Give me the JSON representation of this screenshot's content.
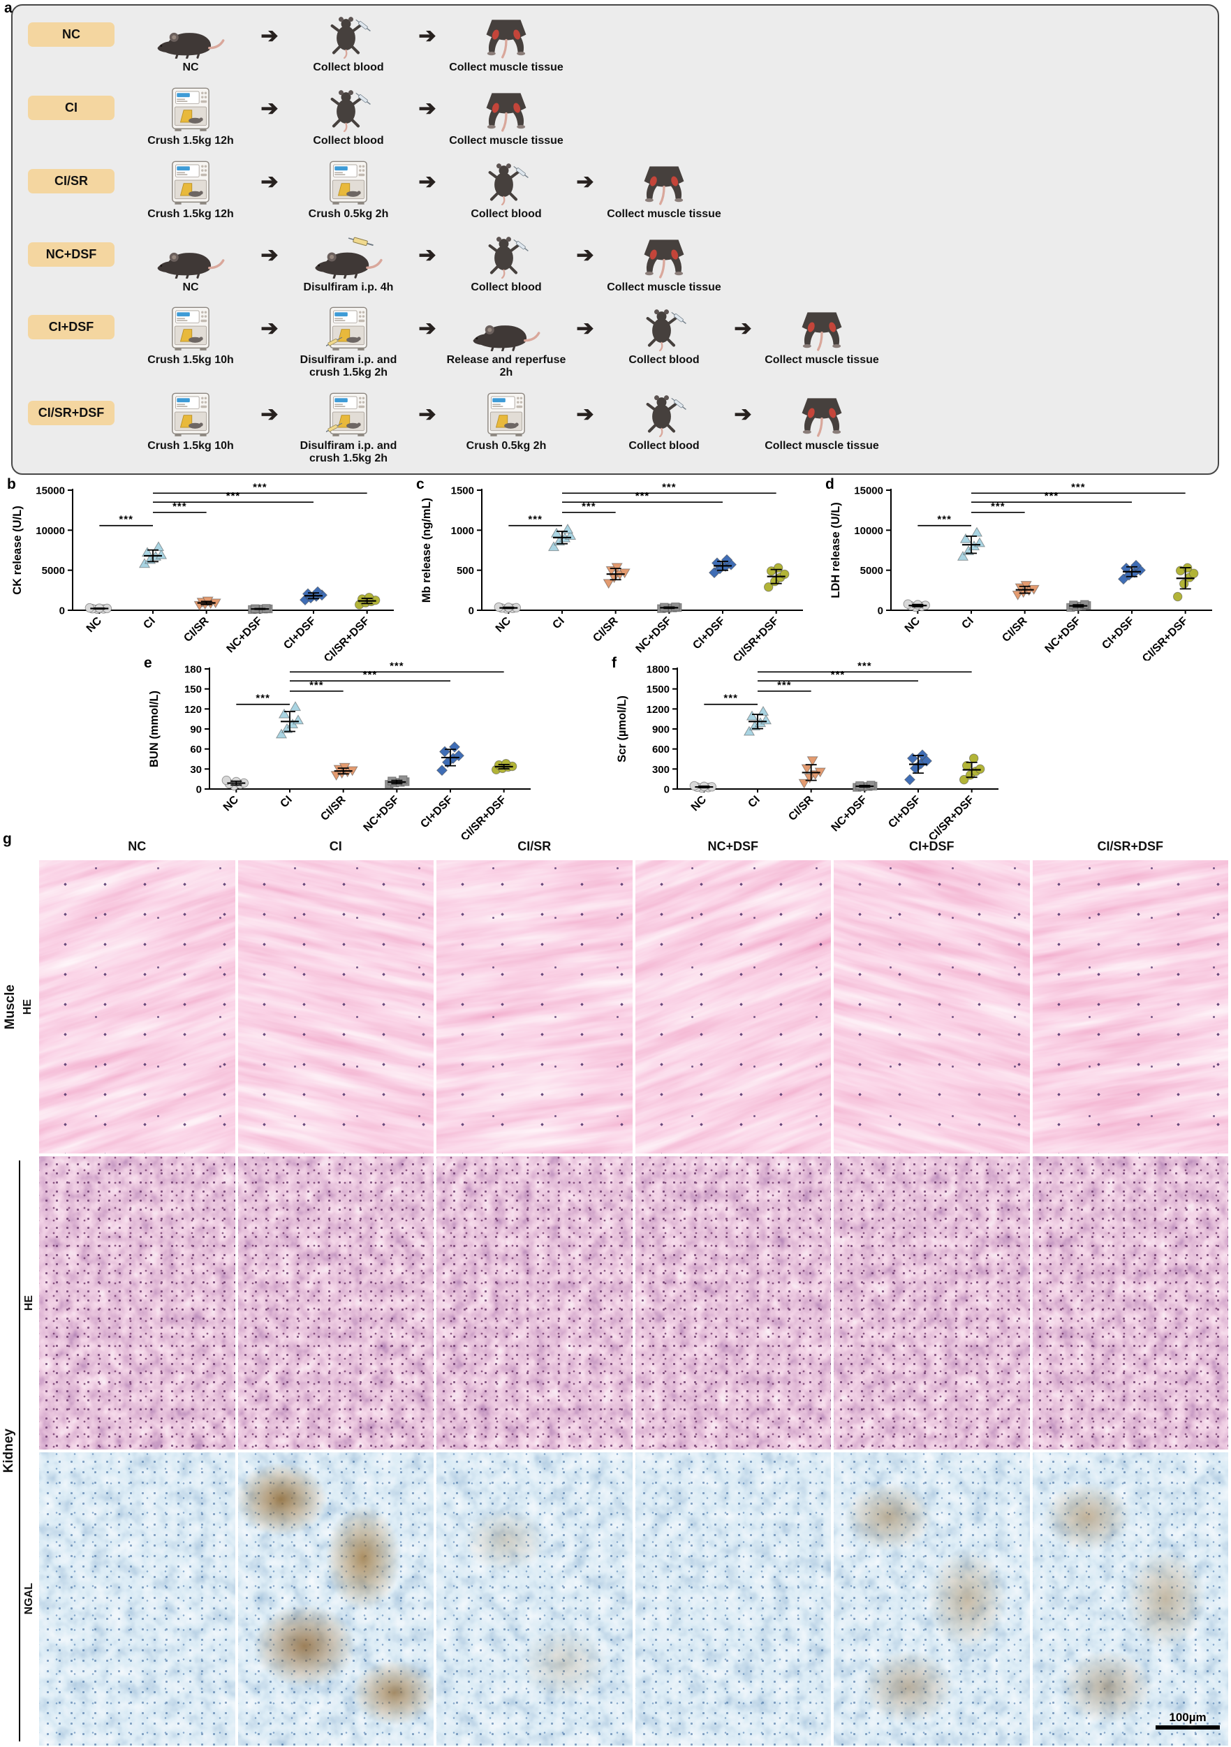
{
  "panel_a": {
    "letter": "a",
    "rows": [
      {
        "group": "NC",
        "steps": [
          {
            "icon": "mouse",
            "caption": "NC"
          },
          {
            "icon": "mouse-blood",
            "caption": "Collect blood"
          },
          {
            "icon": "hindlimbs",
            "caption": "Collect muscle tissue"
          }
        ]
      },
      {
        "group": "CI",
        "steps": [
          {
            "icon": "machine",
            "caption": "Crush 1.5kg 12h"
          },
          {
            "icon": "mouse-blood",
            "caption": "Collect blood"
          },
          {
            "icon": "hindlimbs",
            "caption": "Collect muscle tissue"
          }
        ]
      },
      {
        "group": "CI/SR",
        "steps": [
          {
            "icon": "machine",
            "caption": "Crush 1.5kg 12h"
          },
          {
            "icon": "machine",
            "caption": "Crush 0.5kg 2h"
          },
          {
            "icon": "mouse-blood",
            "caption": "Collect blood"
          },
          {
            "icon": "hindlimbs",
            "caption": "Collect muscle tissue"
          }
        ]
      },
      {
        "group": "NC+DSF",
        "steps": [
          {
            "icon": "mouse",
            "caption": "NC"
          },
          {
            "icon": "mouse-inject",
            "caption": "Disulfiram i.p. 4h"
          },
          {
            "icon": "mouse-blood",
            "caption": "Collect blood"
          },
          {
            "icon": "hindlimbs",
            "caption": "Collect muscle tissue"
          }
        ]
      },
      {
        "group": "CI+DSF",
        "steps": [
          {
            "icon": "machine",
            "caption": "Crush 1.5kg 10h"
          },
          {
            "icon": "machine-inject",
            "caption": "Disulfiram i.p. and crush 1.5kg 2h"
          },
          {
            "icon": "mouse",
            "caption": "Release and reperfuse 2h"
          },
          {
            "icon": "mouse-blood",
            "caption": "Collect blood"
          },
          {
            "icon": "hindlimbs",
            "caption": "Collect muscle tissue"
          }
        ]
      },
      {
        "group": "CI/SR+DSF",
        "steps": [
          {
            "icon": "machine",
            "caption": "Crush 1.5kg 10h"
          },
          {
            "icon": "machine-inject",
            "caption": "Disulfiram i.p. and crush 1.5kg 2h"
          },
          {
            "icon": "machine",
            "caption": "Crush 0.5kg 2h"
          },
          {
            "icon": "mouse-blood",
            "caption": "Collect blood"
          },
          {
            "icon": "hindlimbs",
            "caption": "Collect muscle tissue"
          }
        ]
      }
    ]
  },
  "chart_data": [
    {
      "type": "scatter",
      "letter": "b",
      "ylabel": "CK release (U/L)",
      "ylim": [
        0,
        15000
      ],
      "yticks": [
        0,
        5000,
        10000,
        15000
      ],
      "categories": [
        "NC",
        "CI",
        "CI/SR",
        "NC+DSF",
        "CI+DSF",
        "CI/SR+DSF"
      ],
      "series": [
        {
          "name": "NC",
          "marker": "circle",
          "color": "#d8d8d8",
          "values": [
            140,
            170,
            200,
            230,
            260,
            300
          ]
        },
        {
          "name": "CI",
          "marker": "triangle",
          "color": "#a9d4e2",
          "values": [
            5800,
            6300,
            6700,
            6900,
            7200,
            7900
          ]
        },
        {
          "name": "CI/SR",
          "marker": "triangle-down",
          "color": "#e39b70",
          "values": [
            650,
            780,
            870,
            950,
            1050,
            1200
          ]
        },
        {
          "name": "NC+DSF",
          "marker": "square",
          "color": "#909090",
          "values": [
            90,
            120,
            150,
            170,
            200,
            230
          ]
        },
        {
          "name": "CI+DSF",
          "marker": "diamond",
          "color": "#3f6db5",
          "values": [
            1300,
            1550,
            1750,
            1900,
            2050,
            2300
          ]
        },
        {
          "name": "CI/SR+DSF",
          "marker": "circle",
          "color": "#b2b437",
          "values": [
            700,
            950,
            1100,
            1250,
            1400,
            1600
          ]
        }
      ],
      "significance": [
        {
          "from": 0,
          "to": 1,
          "label": "***"
        },
        {
          "from": 1,
          "to": 2,
          "label": "***"
        },
        {
          "from": 1,
          "to": 4,
          "label": "***"
        },
        {
          "from": 1,
          "to": 5,
          "label": "***"
        }
      ]
    },
    {
      "type": "scatter",
      "letter": "c",
      "ylabel": "Mb release (ng/mL)",
      "ylim": [
        0,
        1500
      ],
      "yticks": [
        0,
        500,
        1000,
        1500
      ],
      "categories": [
        "NC",
        "CI",
        "CI/SR",
        "NC+DSF",
        "CI+DSF",
        "CI/SR+DSF"
      ],
      "series": [
        {
          "name": "NC",
          "marker": "circle",
          "color": "#d8d8d8",
          "values": [
            18,
            24,
            28,
            32,
            36,
            40
          ]
        },
        {
          "name": "CI",
          "marker": "triangle",
          "color": "#a9d4e2",
          "values": [
            790,
            860,
            900,
            930,
            960,
            1010
          ]
        },
        {
          "name": "CI/SR",
          "marker": "triangle-down",
          "color": "#e39b70",
          "values": [
            340,
            410,
            450,
            470,
            500,
            540
          ]
        },
        {
          "name": "NC+DSF",
          "marker": "square",
          "color": "#909090",
          "values": [
            20,
            26,
            30,
            34,
            38,
            42
          ]
        },
        {
          "name": "CI+DSF",
          "marker": "diamond",
          "color": "#3f6db5",
          "values": [
            470,
            520,
            550,
            570,
            590,
            630
          ]
        },
        {
          "name": "CI/SR+DSF",
          "marker": "circle",
          "color": "#b2b437",
          "values": [
            290,
            360,
            410,
            450,
            490,
            530
          ]
        }
      ],
      "significance": [
        {
          "from": 0,
          "to": 1,
          "label": "***"
        },
        {
          "from": 1,
          "to": 2,
          "label": "***"
        },
        {
          "from": 1,
          "to": 4,
          "label": "***"
        },
        {
          "from": 1,
          "to": 5,
          "label": "***"
        }
      ]
    },
    {
      "type": "scatter",
      "letter": "d",
      "ylabel": "LDH release (U/L)",
      "ylim": [
        0,
        15000
      ],
      "yticks": [
        0,
        5000,
        10000,
        15000
      ],
      "categories": [
        "NC",
        "CI",
        "CI/SR",
        "NC+DSF",
        "CI+DSF",
        "CI/SR+DSF"
      ],
      "series": [
        {
          "name": "NC",
          "marker": "circle",
          "color": "#d8d8d8",
          "values": [
            380,
            480,
            560,
            620,
            700,
            780
          ]
        },
        {
          "name": "CI",
          "marker": "triangle",
          "color": "#a9d4e2",
          "values": [
            6700,
            7400,
            8000,
            8400,
            8900,
            9700
          ]
        },
        {
          "name": "CI/SR",
          "marker": "triangle-down",
          "color": "#e39b70",
          "values": [
            1950,
            2250,
            2500,
            2650,
            2850,
            3150
          ]
        },
        {
          "name": "NC+DSF",
          "marker": "square",
          "color": "#909090",
          "values": [
            350,
            450,
            520,
            590,
            660,
            730
          ]
        },
        {
          "name": "CI+DSF",
          "marker": "diamond",
          "color": "#3f6db5",
          "values": [
            3900,
            4400,
            4750,
            5000,
            5250,
            5600
          ]
        },
        {
          "name": "CI/SR+DSF",
          "marker": "circle",
          "color": "#b2b437",
          "values": [
            1700,
            3300,
            4100,
            4600,
            4950,
            5300
          ]
        }
      ],
      "significance": [
        {
          "from": 0,
          "to": 1,
          "label": "***"
        },
        {
          "from": 1,
          "to": 2,
          "label": "***"
        },
        {
          "from": 1,
          "to": 4,
          "label": "***"
        },
        {
          "from": 1,
          "to": 5,
          "label": "***"
        }
      ]
    },
    {
      "type": "scatter",
      "letter": "e",
      "ylabel": "BUN (mmol/L)",
      "ylim": [
        0,
        180
      ],
      "yticks": [
        0,
        30,
        60,
        90,
        120,
        150,
        180
      ],
      "categories": [
        "NC",
        "CI",
        "CI/SR",
        "NC+DSF",
        "CI+DSF",
        "CI/SR+DSF"
      ],
      "series": [
        {
          "name": "NC",
          "marker": "circle",
          "color": "#d8d8d8",
          "values": [
            5,
            7,
            8,
            9,
            11,
            13
          ]
        },
        {
          "name": "CI",
          "marker": "triangle",
          "color": "#a9d4e2",
          "values": [
            82,
            90,
            97,
            103,
            112,
            123
          ]
        },
        {
          "name": "CI/SR",
          "marker": "triangle-down",
          "color": "#e39b70",
          "values": [
            21,
            24,
            26,
            28,
            30,
            33
          ]
        },
        {
          "name": "NC+DSF",
          "marker": "square",
          "color": "#909090",
          "values": [
            7,
            9,
            10,
            11,
            12,
            14
          ]
        },
        {
          "name": "CI+DSF",
          "marker": "diamond",
          "color": "#3f6db5",
          "values": [
            28,
            40,
            46,
            50,
            56,
            63
          ]
        },
        {
          "name": "CI/SR+DSF",
          "marker": "circle",
          "color": "#b2b437",
          "values": [
            29,
            31,
            33,
            34,
            36,
            38
          ]
        }
      ],
      "significance": [
        {
          "from": 0,
          "to": 1,
          "label": "***"
        },
        {
          "from": 1,
          "to": 2,
          "label": "***"
        },
        {
          "from": 1,
          "to": 4,
          "label": "***"
        },
        {
          "from": 1,
          "to": 5,
          "label": "***"
        }
      ]
    },
    {
      "type": "scatter",
      "letter": "f",
      "ylabel": "Scr (µmol/L)",
      "ylim": [
        0,
        1800
      ],
      "yticks": [
        0,
        300,
        600,
        900,
        1200,
        1500,
        1800
      ],
      "categories": [
        "NC",
        "CI",
        "CI/SR",
        "NC+DSF",
        "CI+DSF",
        "CI/SR+DSF"
      ],
      "series": [
        {
          "name": "NC",
          "marker": "circle",
          "color": "#d8d8d8",
          "values": [
            15,
            22,
            28,
            33,
            40,
            48
          ]
        },
        {
          "name": "CI",
          "marker": "triangle",
          "color": "#a9d4e2",
          "values": [
            860,
            940,
            990,
            1030,
            1090,
            1160
          ]
        },
        {
          "name": "CI/SR",
          "marker": "triangle-down",
          "color": "#e39b70",
          "values": [
            90,
            170,
            220,
            260,
            310,
            430
          ]
        },
        {
          "name": "NC+DSF",
          "marker": "square",
          "color": "#909090",
          "values": [
            25,
            32,
            38,
            44,
            50,
            58
          ]
        },
        {
          "name": "CI+DSF",
          "marker": "diamond",
          "color": "#3f6db5",
          "values": [
            140,
            310,
            380,
            420,
            460,
            510
          ]
        },
        {
          "name": "CI/SR+DSF",
          "marker": "circle",
          "color": "#b2b437",
          "values": [
            140,
            210,
            265,
            300,
            350,
            460
          ]
        }
      ],
      "significance": [
        {
          "from": 0,
          "to": 1,
          "label": "***"
        },
        {
          "from": 1,
          "to": 2,
          "label": "***"
        },
        {
          "from": 1,
          "to": 4,
          "label": "***"
        },
        {
          "from": 1,
          "to": 5,
          "label": "***"
        }
      ]
    }
  ],
  "panel_g": {
    "letter": "g",
    "columns": [
      "NC",
      "CI",
      "CI/SR",
      "NC+DSF",
      "CI+DSF",
      "CI/SR+DSF"
    ],
    "rows": [
      {
        "organ": "Muscle",
        "stain": "HE",
        "key": "muscle-he"
      },
      {
        "organ": "Kidney",
        "stain": "HE",
        "key": "kidney-he"
      },
      {
        "organ": "Kidney",
        "stain": "NGAL",
        "key": "kidney-ngal"
      }
    ],
    "scale_bar": "100µm"
  }
}
